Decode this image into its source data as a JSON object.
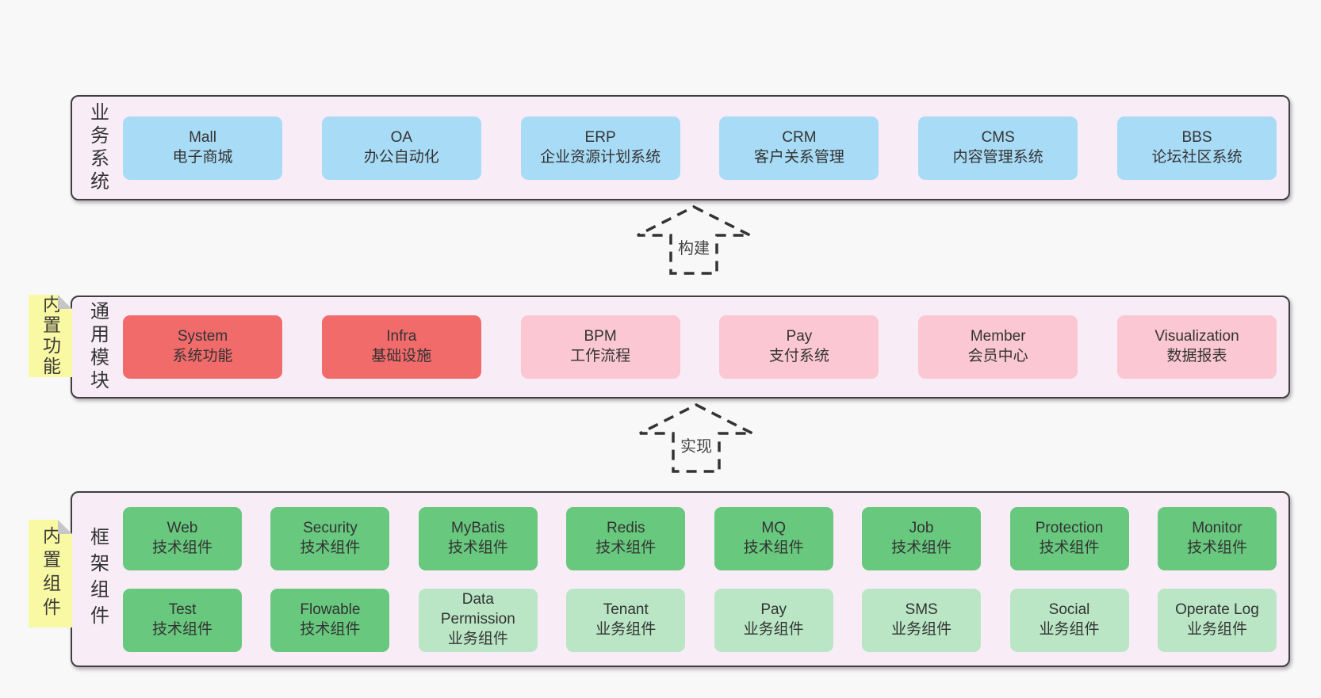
{
  "palette": {
    "page_background": "#f8f8f8",
    "panel_fill": "#f8edf7",
    "panel_border": "#3f3f3f",
    "blue_box": "#a8dbf6",
    "red_box": "#f26b6b",
    "pink_box": "#fbc7d2",
    "green_box": "#68c87e",
    "light_green_box": "#bae6c5",
    "sticky_note": "#f9f9a3",
    "note_fold": "#c6c6c6",
    "text": "#333333"
  },
  "arrows": [
    {
      "label": "构建"
    },
    {
      "label": "实现"
    }
  ],
  "sections": [
    {
      "label": "业务系统",
      "boxes": [
        {
          "name": "Mall",
          "desc": "电子商城",
          "variant": "blue"
        },
        {
          "name": "OA",
          "desc": "办公自动化",
          "variant": "blue"
        },
        {
          "name": "ERP",
          "desc": "企业资源计划系统",
          "variant": "blue"
        },
        {
          "name": "CRM",
          "desc": "客户关系管理",
          "variant": "blue"
        },
        {
          "name": "CMS",
          "desc": "内容管理系统",
          "variant": "blue"
        },
        {
          "name": "BBS",
          "desc": "论坛社区系统",
          "variant": "blue"
        }
      ]
    },
    {
      "label": "通用模块",
      "note": "内置功能",
      "boxes": [
        {
          "name": "System",
          "desc": "系统功能",
          "variant": "red"
        },
        {
          "name": "Infra",
          "desc": "基础设施",
          "variant": "red"
        },
        {
          "name": "BPM",
          "desc": "工作流程",
          "variant": "pink"
        },
        {
          "name": "Pay",
          "desc": "支付系统",
          "variant": "pink"
        },
        {
          "name": "Member",
          "desc": "会员中心",
          "variant": "pink"
        },
        {
          "name": "Visualization",
          "desc": "数据报表",
          "variant": "pink"
        }
      ]
    },
    {
      "label": "框架组件",
      "note": "内置组件",
      "rows": [
        [
          {
            "name": "Web",
            "desc": "技术组件",
            "variant": "green"
          },
          {
            "name": "Security",
            "desc": "技术组件",
            "variant": "green"
          },
          {
            "name": "MyBatis",
            "desc": "技术组件",
            "variant": "green"
          },
          {
            "name": "Redis",
            "desc": "技术组件",
            "variant": "green"
          },
          {
            "name": "MQ",
            "desc": "技术组件",
            "variant": "green"
          },
          {
            "name": "Job",
            "desc": "技术组件",
            "variant": "green"
          },
          {
            "name": "Protection",
            "desc": "技术组件",
            "variant": "green"
          },
          {
            "name": "Monitor",
            "desc": "技术组件",
            "variant": "green"
          }
        ],
        [
          {
            "name": "Test",
            "desc": "技术组件",
            "variant": "green"
          },
          {
            "name": "Flowable",
            "desc": "技术组件",
            "variant": "green"
          },
          {
            "name": "Data Permission",
            "desc": "业务组件",
            "variant": "light-green"
          },
          {
            "name": "Tenant",
            "desc": "业务组件",
            "variant": "light-green"
          },
          {
            "name": "Pay",
            "desc": "业务组件",
            "variant": "light-green"
          },
          {
            "name": "SMS",
            "desc": "业务组件",
            "variant": "light-green"
          },
          {
            "name": "Social",
            "desc": "业务组件",
            "variant": "light-green"
          },
          {
            "name": "Operate Log",
            "desc": "业务组件",
            "variant": "light-green"
          }
        ]
      ]
    }
  ]
}
